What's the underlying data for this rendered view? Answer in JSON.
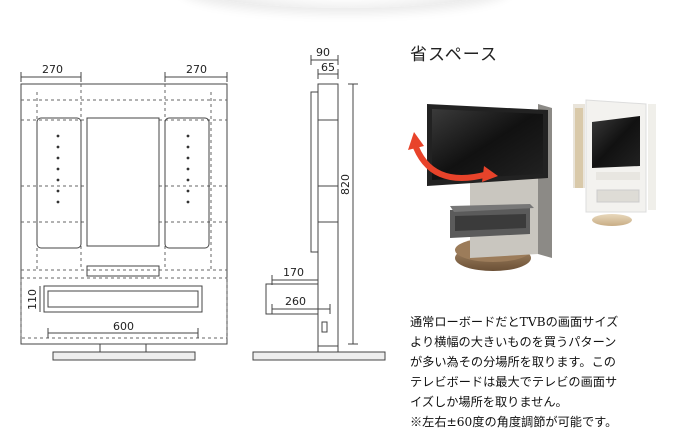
{
  "dimensions": {
    "width_left": "270",
    "width_right": "270",
    "depth_total": "90",
    "depth_post": "65",
    "height": "820",
    "shelf_depth_170": "170",
    "shelf_depth_260": "260",
    "shelf_height": "110",
    "shelf_width": "600"
  },
  "section": {
    "title": "省スペース",
    "lines": [
      "通常ローボードだとTVBの画面サイズ",
      "より横幅の大きいものを買うパターン",
      "が多い為その分場所を取ります。この",
      "テレビボードは最大でテレビの画面サ",
      "イズしか場所を取りません。",
      "※左右±60度の角度調節が可能です。"
    ]
  },
  "colors": {
    "rotation_arrow": "#e8432a",
    "line": "#444444"
  }
}
